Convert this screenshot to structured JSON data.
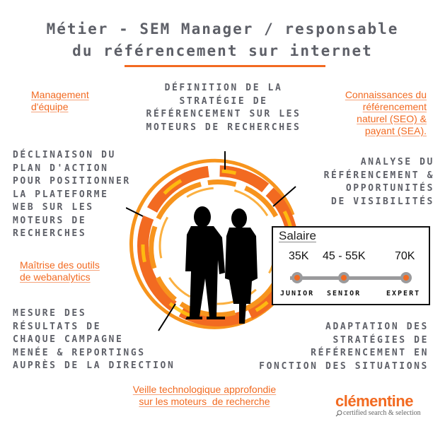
{
  "header": {
    "title_line1": "Métier - SEM Manager / responsable",
    "title_line2": "du référencement sur internet",
    "accent_color": "#f26a21"
  },
  "skills_orange": [
    {
      "id": "management",
      "text": "Management\nd'équipe"
    },
    {
      "id": "knowledge",
      "text": "Connaissances du\nréférencement\nnaturel (SEO) &\npayant (SEA)."
    },
    {
      "id": "webanalytics",
      "text": "Maîtrise des outils\nde webanalytics"
    },
    {
      "id": "veille",
      "text": "Veille technologique approfondie\nsur les moteurs  de recherche"
    }
  ],
  "missions": [
    {
      "id": "definition",
      "text": "Définition de la\nstratégie de\nréférencement sur les\nmoteurs de recherches"
    },
    {
      "id": "declinaison",
      "text": "Déclinaison du\nplan d'action\npour positionner\nla plateforme\nweb sur les\nmoteurs de\nrecherches"
    },
    {
      "id": "analyse",
      "text": "Analyse du\nréférencement &\nopportunités\nde visibilités"
    },
    {
      "id": "mesure",
      "text": "Mesure des\nrésultats de\nchaque campagne\nmenée & reportings\nauprès de la direction"
    },
    {
      "id": "adaptation",
      "text": "Adaptation des\nstratégies de\nréférencement en\nfonction des situations"
    }
  ],
  "salary": {
    "title": "Salaire",
    "levels": [
      {
        "label": "JUNIOR",
        "value": "35K"
      },
      {
        "label": "SENIOR",
        "value": "45 - 55K"
      },
      {
        "label": "EXPERT",
        "value": "70K"
      }
    ]
  },
  "logo": {
    "name": "clémentine",
    "tagline": "certified search & selection",
    "icon": "magnifier-icon"
  }
}
